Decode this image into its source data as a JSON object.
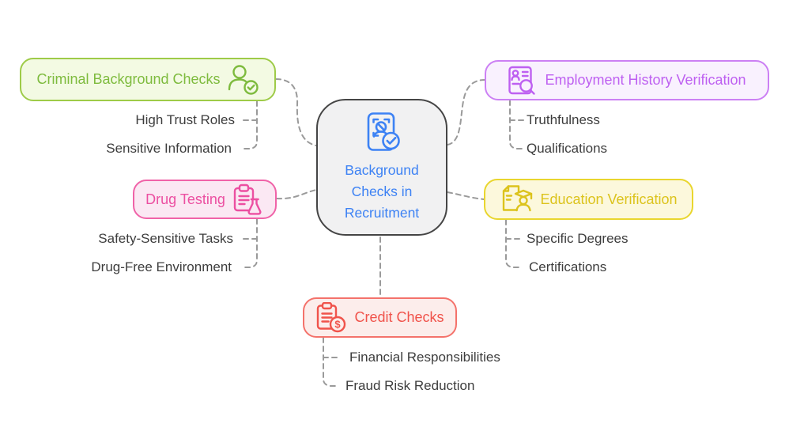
{
  "background": "#FFFFFF",
  "center": {
    "label": "Background Checks in Recruitment",
    "icon": "id-scan-check-icon",
    "colors": {
      "text": "#3D82F4",
      "border": "#454545",
      "fill": "#F1F1F2"
    }
  },
  "branches": [
    {
      "id": "criminal",
      "label": "Criminal Background Checks",
      "icon": "person-check-icon",
      "side": "left",
      "colors": {
        "text": "#7EBB3E",
        "border": "#9ECB48",
        "fill": "#F3FAE3"
      },
      "children": [
        "High Trust Roles",
        "Sensitive Information"
      ]
    },
    {
      "id": "drug",
      "label": "Drug Testing",
      "icon": "clipboard-flask-icon",
      "side": "left",
      "colors": {
        "text": "#EC4FA1",
        "border": "#F063A8",
        "fill": "#FBE8F3"
      },
      "children": [
        "Safety-Sensitive Tasks",
        "Drug-Free Environment"
      ]
    },
    {
      "id": "credit",
      "label": "Credit Checks",
      "icon": "clipboard-dollar-icon",
      "side": "bottom",
      "colors": {
        "text": "#F0534B",
        "border": "#F4726B",
        "fill": "#FCEDEB"
      },
      "children": [
        "Financial Responsibilities",
        "Fraud Risk Reduction"
      ]
    },
    {
      "id": "employment",
      "label": "Employment History Verification",
      "icon": "resume-search-icon",
      "side": "right",
      "colors": {
        "text": "#BE60F1",
        "border": "#CC80F4",
        "fill": "#F9F1FE"
      },
      "children": [
        "Truthfulness",
        "Qualifications"
      ]
    },
    {
      "id": "education",
      "label": "Education Verification",
      "icon": "certificate-graduate-icon",
      "side": "right",
      "colors": {
        "text": "#DCC31C",
        "border": "#E9D62E",
        "fill": "#FCF8DC"
      },
      "children": [
        "Specific Degrees",
        "Certifications"
      ]
    }
  ],
  "connectors": {
    "color": "#9A9A9A",
    "style": "dashed"
  },
  "subtopic_text_color": "#3D3D3D",
  "icons": {
    "dollar_glyph": "$"
  }
}
